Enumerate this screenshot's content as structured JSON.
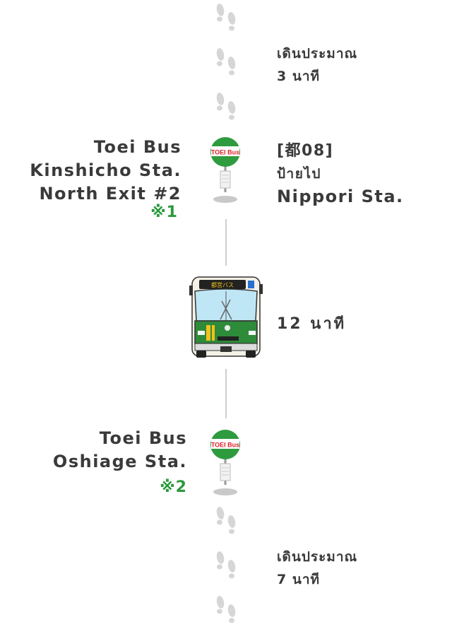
{
  "walk_top": {
    "line1": "เดินประมาณ",
    "line2": "3 นาที"
  },
  "stop1": {
    "name_lines": [
      "Toei Bus",
      "Kinshicho Sta.",
      "North Exit #2"
    ],
    "note": "※1",
    "sign_label": "TOEI Bus"
  },
  "route": {
    "line1": "[都08]",
    "line2": "ป้ายไป",
    "line3": "Nippori Sta."
  },
  "bus": {
    "destination_label": "都営バス",
    "icon": "bus-icon"
  },
  "ride": {
    "duration": "12 นาที"
  },
  "stop2": {
    "name_lines": [
      "Toei Bus",
      "Oshiage Sta."
    ],
    "note": "※2",
    "sign_label": "TOEI Bus"
  },
  "walk_bottom": {
    "line1": "เดินประมาณ",
    "line2": "7 นาที"
  },
  "colors": {
    "toei_green": "#2e9b3e",
    "sign_red": "#e0212a",
    "note_green": "#2b9a3c",
    "text": "#3a3a3a",
    "line": "#cfcfcf"
  }
}
